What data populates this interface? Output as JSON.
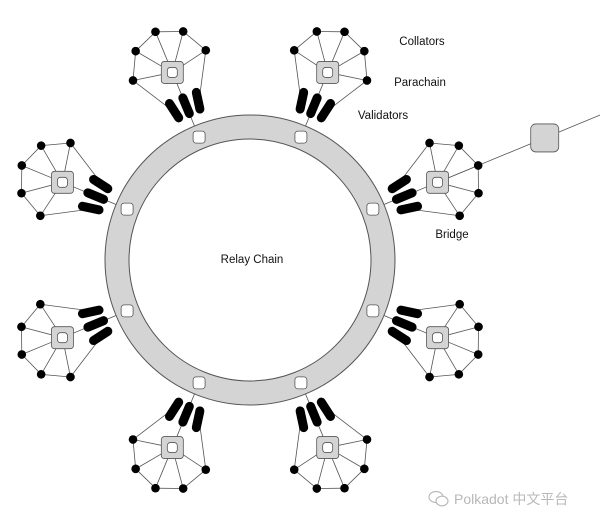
{
  "labels": {
    "collators": "Collators",
    "parachain": "Parachain",
    "validators": "Validators",
    "bridge": "Bridge",
    "relay_chain": "Relay Chain"
  },
  "watermark": "Polkadot 中文平台",
  "diagram": {
    "parachain_count": 8,
    "validators_per_parachain": 3,
    "collators_per_parachain": 5,
    "bridge_on_parachain": 1
  },
  "colors": {
    "ring": "#d4d4d4",
    "node": "#000000",
    "parachain": "#d4d4d4",
    "stroke": "#555555"
  }
}
